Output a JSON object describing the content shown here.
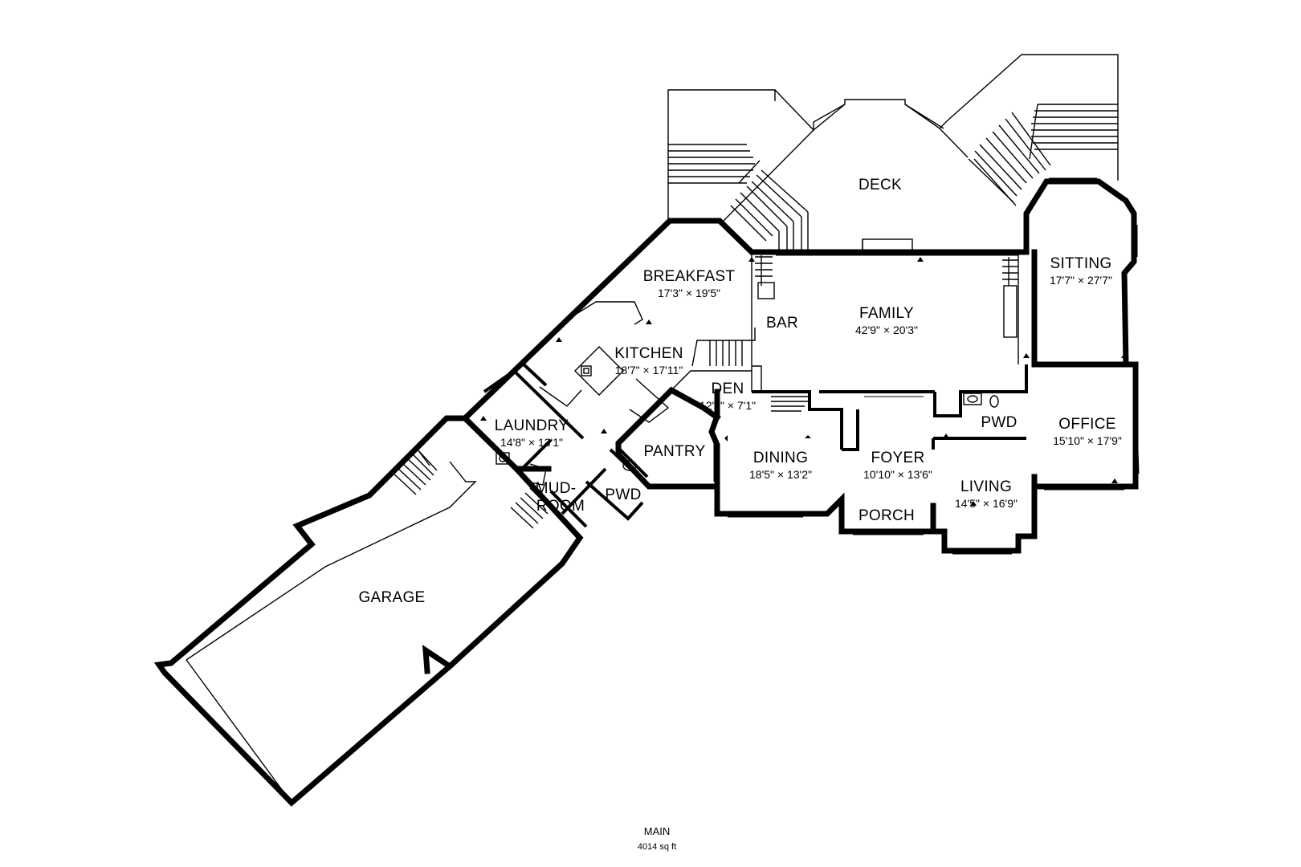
{
  "floor": {
    "name": "MAIN",
    "area": "4014 sq ft"
  },
  "rooms": {
    "deck": {
      "name": "DECK"
    },
    "breakfast": {
      "name": "BREAKFAST",
      "dims": "17'3\" × 19'5\""
    },
    "sitting": {
      "name": "SITTING",
      "dims": "17'7\" × 27'7\""
    },
    "bar": {
      "name": "BAR"
    },
    "family": {
      "name": "FAMILY",
      "dims": "42'9\" × 20'3\""
    },
    "kitchen": {
      "name": "KITCHEN",
      "dims": "18'7\" × 17'11\""
    },
    "den": {
      "name": "DEN",
      "dims": "12'5\" × 7'1\""
    },
    "laundry": {
      "name": "LAUNDRY",
      "dims": "14'8\" × 13'1\""
    },
    "pantry": {
      "name": "PANTRY"
    },
    "pwd_main": {
      "name": "PWD"
    },
    "pwd_foyer": {
      "name": "PWD"
    },
    "office": {
      "name": "OFFICE",
      "dims": "15'10\" × 17'9\""
    },
    "dining": {
      "name": "DINING",
      "dims": "18'5\" × 13'2\""
    },
    "foyer": {
      "name": "FOYER",
      "dims": "10'10\" × 13'6\""
    },
    "living": {
      "name": "LIVING",
      "dims": "14'5\" × 16'9\""
    },
    "mudroom": {
      "name_line1": "MUD-",
      "name_line2": "ROOM"
    },
    "porch": {
      "name": "PORCH"
    },
    "garage": {
      "name": "GARAGE"
    }
  }
}
